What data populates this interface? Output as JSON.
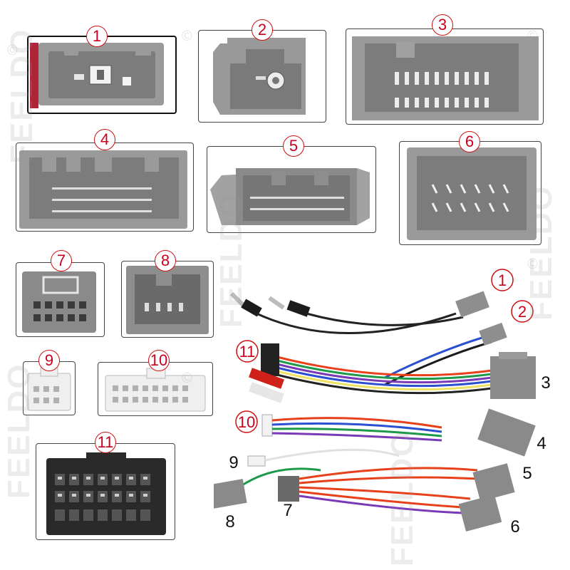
{
  "watermark": {
    "brand": "FEELDO",
    "symbol": "©"
  },
  "connectors": [
    {
      "id": 1,
      "label": "1"
    },
    {
      "id": 2,
      "label": "2"
    },
    {
      "id": 3,
      "label": "3"
    },
    {
      "id": 4,
      "label": "4"
    },
    {
      "id": 5,
      "label": "5"
    },
    {
      "id": 6,
      "label": "6"
    },
    {
      "id": 7,
      "label": "7"
    },
    {
      "id": 8,
      "label": "8"
    },
    {
      "id": 9,
      "label": "9"
    },
    {
      "id": 10,
      "label": "10"
    },
    {
      "id": 11,
      "label": "11"
    }
  ],
  "harness_labels": {
    "l1": "1",
    "l2": "2",
    "l3": "3",
    "l4": "4",
    "l5": "5",
    "l6": "6",
    "l7": "7",
    "l8": "8",
    "l9": "9",
    "l10": "10",
    "l11": "11"
  },
  "colors": {
    "badge_red": "#c8001e",
    "connector_gray": "#8e8e8e",
    "connector_dark": "#5e5e5e",
    "wire_red": "#e8401a",
    "wire_blue": "#2a4fd0",
    "wire_green": "#1c9a4a",
    "wire_purple": "#7a3ab8"
  }
}
